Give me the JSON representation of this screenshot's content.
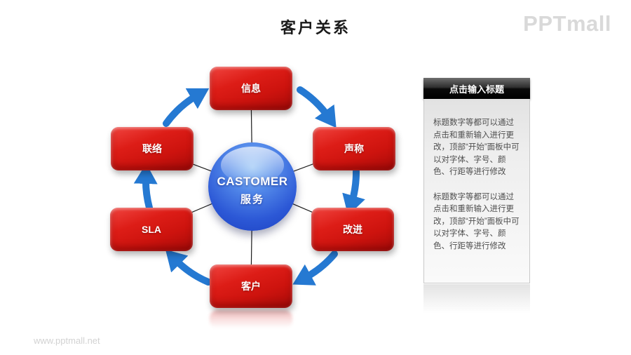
{
  "page": {
    "title": "客户关系",
    "logo": "PPTmall",
    "watermark": "www.pptmall.net"
  },
  "diagram": {
    "center": {
      "line1": "CASTOMER",
      "line2": "服务"
    },
    "nodes": [
      {
        "label": "信息",
        "position": "top"
      },
      {
        "label": "声称",
        "position": "top-right"
      },
      {
        "label": "改进",
        "position": "bottom-right"
      },
      {
        "label": "客户",
        "position": "bottom"
      },
      {
        "label": "SLA",
        "position": "bottom-left"
      },
      {
        "label": "联络",
        "position": "top-left"
      }
    ],
    "flow_direction": "clockwise",
    "colors": {
      "node_red": "#cd130e",
      "sphere_blue": "#2c58d6",
      "arrow_blue": "#2579d2",
      "spoke_black": "#1a1a1a"
    }
  },
  "panel": {
    "header": "点击输入标题",
    "paragraphs": [
      "标题数字等都可以通过点击和重新输入进行更改，顶部“开始”面板中可以对字体、字号、颜色、行距等进行修改",
      "标题数字等都可以通过点击和重新输入进行更改，顶部“开始”面板中可以对字体、字号、颜色、行距等进行修改"
    ]
  }
}
